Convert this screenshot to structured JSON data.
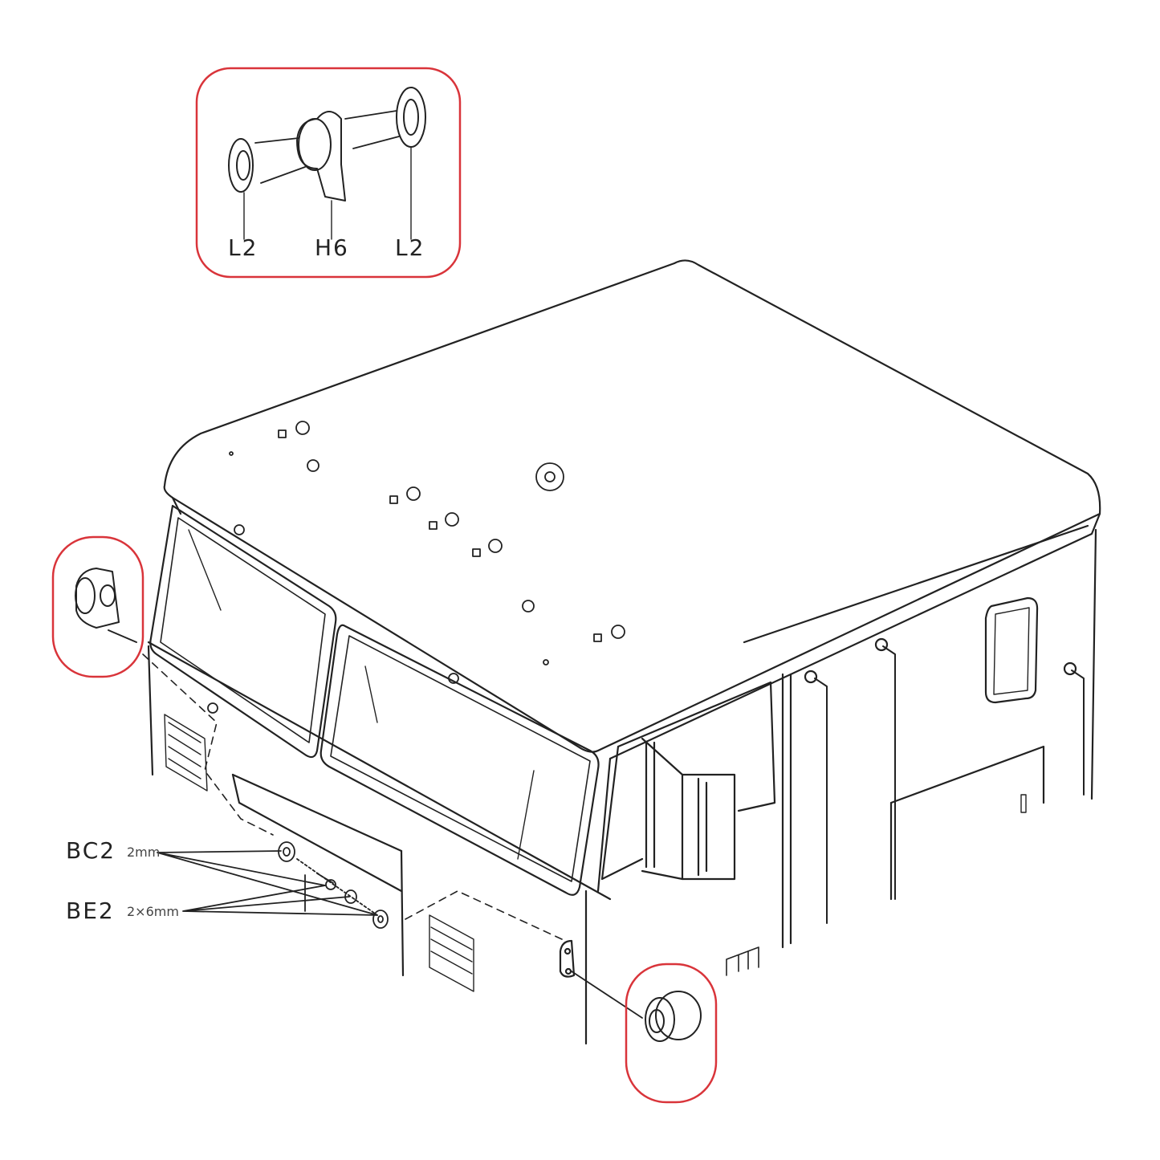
{
  "callout_top": {
    "labels": [
      "L2",
      "H6",
      "L2"
    ]
  },
  "parts": {
    "bc2": {
      "code": "BC2",
      "size": "2mm"
    },
    "be2": {
      "code": "BE2",
      "size": "2×6mm"
    }
  },
  "colors": {
    "highlight": "#d9343a",
    "line": "#222222"
  }
}
